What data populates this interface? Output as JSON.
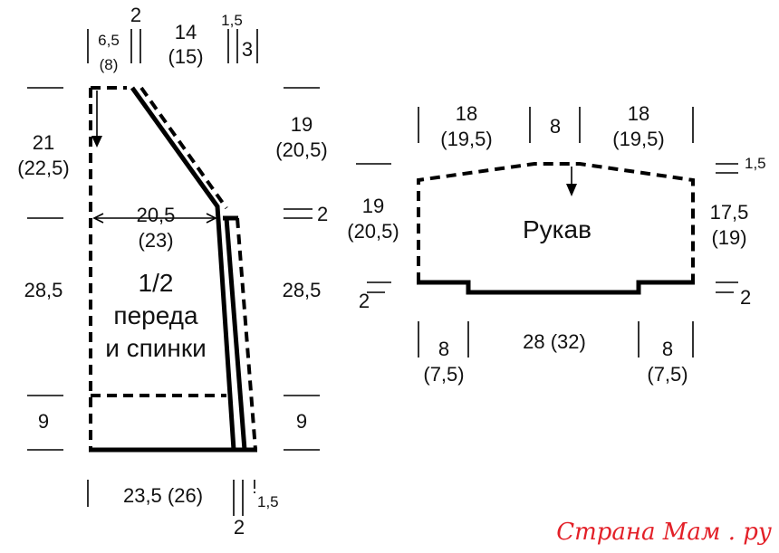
{
  "body_piece": {
    "title_line1": "1/2",
    "title_line2": "переда",
    "title_line3": "и спинки",
    "top": {
      "neck_a": "6,5",
      "neck_b": "(8)",
      "neck_gap": "2",
      "shoulder_a": "14",
      "shoulder_b": "(15)",
      "edge_1": "1,5",
      "edge_2": "3"
    },
    "left": {
      "armhole_a": "21",
      "armhole_b": "(22,5)",
      "body": "28,5",
      "rib": "9"
    },
    "right": {
      "armhole_a": "19",
      "armhole_b": "(20,5)",
      "step": "2",
      "body": "28,5",
      "rib": "9"
    },
    "width_a": "20,5",
    "width_b": "(23)",
    "bottom": {
      "width": "23,5 (26)",
      "gap_a": "2",
      "gap_b": "1,5"
    }
  },
  "sleeve": {
    "title": "Рукав",
    "top": {
      "left_a": "18",
      "left_b": "(19,5)",
      "middle": "8",
      "right_a": "18",
      "right_b": "(19,5)"
    },
    "left": {
      "height_a": "19",
      "height_b": "(20,5)",
      "step": "2"
    },
    "right": {
      "top_step": "1,5",
      "height_a": "17,5",
      "height_b": "(19)",
      "step": "2"
    },
    "bottom": {
      "left_a": "8",
      "left_b": "(7,5)",
      "middle": "28 (32)",
      "right_a": "8",
      "right_b": "(7,5)"
    }
  },
  "watermark": "Страна Мам . ру"
}
